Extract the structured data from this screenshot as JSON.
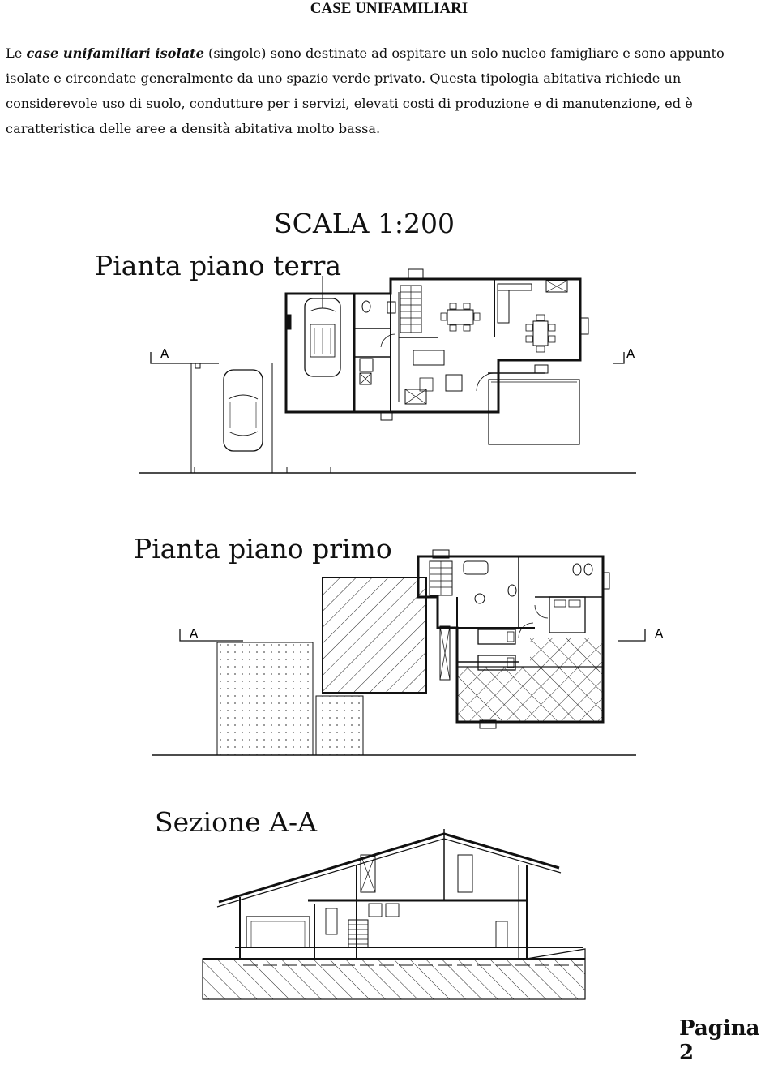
{
  "header": {
    "title": "CASE UNIFAMILIARI"
  },
  "intro": {
    "part1": "Le ",
    "term": "case unifamiliari isolate",
    "part2": " (singole) sono destinate ad ospitare un solo nucleo famigliare e sono appunto isolate e circondate  generalmente da uno spazio verde privato. Questa tipologia abitativa richiede un considerevole uso di suolo, condutture per i servizi, elevati costi di produzione e di manutenzione, ed è caratteristica delle aree a densità abitativa molto bassa."
  },
  "drawings": {
    "scale": "SCALA 1:200",
    "ground_floor": {
      "label": "Pianta piano terra",
      "section_left": "A",
      "section_right": "A",
      "icons": [
        "car-icon",
        "car-icon",
        "dining-table-icon",
        "dining-table-icon",
        "sofa-icon",
        "armchair-icon",
        "staircase-icon",
        "toilet-icon",
        "sink-icon",
        "shower-icon"
      ]
    },
    "first_floor": {
      "label": "Pianta piano primo",
      "section_left": "A",
      "section_right": "A",
      "icons": [
        "double-bed-icon",
        "single-bed-icon",
        "single-bed-icon",
        "bathtub-icon",
        "toilet-icon",
        "sink-icon",
        "staircase-icon"
      ]
    },
    "section": {
      "label": "Sezione A-A"
    }
  },
  "footer": {
    "page": "Pagina 2"
  }
}
